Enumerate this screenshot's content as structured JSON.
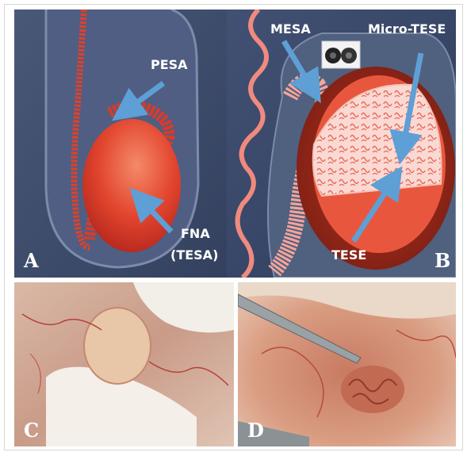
{
  "panels": {
    "a": {
      "letter": "A",
      "labels": {
        "pesa": "PESA",
        "fna": "FNA",
        "tesa": "(TESA)"
      }
    },
    "b": {
      "letter": "B",
      "labels": {
        "mesa": "MESA",
        "micro_tese": "Micro-TESE",
        "tese": "TESE"
      }
    },
    "c": {
      "letter": "C"
    },
    "d": {
      "letter": "D"
    }
  },
  "colors": {
    "background_a": "#3e4c6e",
    "background_b": "#37466a",
    "tissue_red": "#e0402c",
    "tubule_pink": "#f6a49a",
    "arrow_blue": "#5e9fd6"
  }
}
